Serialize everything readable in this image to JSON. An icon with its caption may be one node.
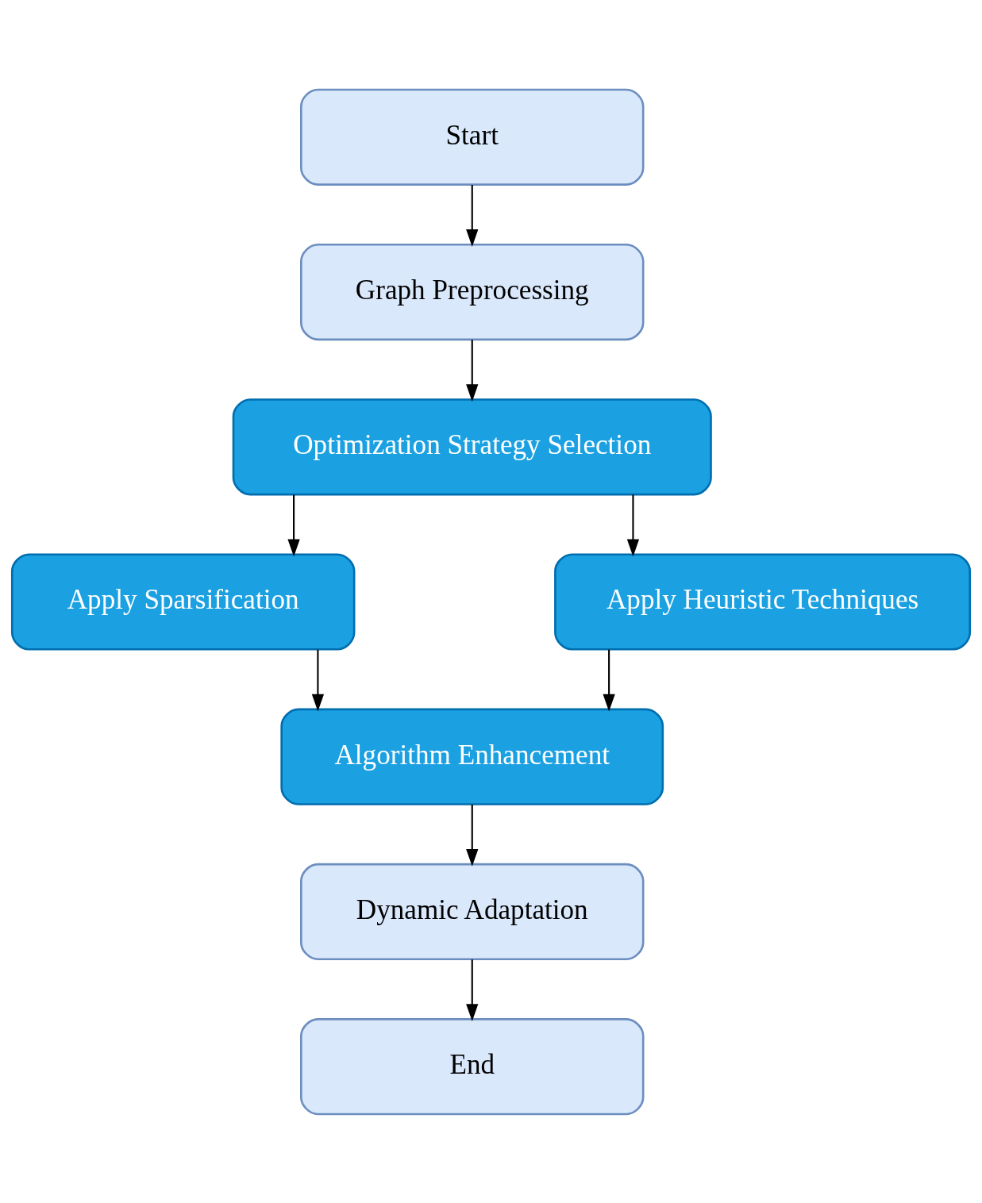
{
  "diagram": {
    "nodes": [
      {
        "text": [
          "Start"
        ]
      },
      {
        "text": [
          "Graph Preprocessing"
        ]
      },
      {
        "text": [
          "Optimization Strategy Selection"
        ]
      },
      {
        "text": [
          "Apply Sparsification"
        ]
      },
      {
        "text": [
          "Apply Heuristic Techniques"
        ]
      },
      {
        "text": [
          "Algorithm Enhancement"
        ]
      },
      {
        "text": [
          "Dynamic Adaptation"
        ]
      },
      {
        "text": [
          "End"
        ]
      }
    ],
    "edges": [
      {
        "from": 0,
        "to": 1,
        "arrow": "to"
      },
      {
        "from": 1,
        "to": 2,
        "arrow": "to"
      },
      {
        "from": 2,
        "to": 3,
        "arrow": "to"
      },
      {
        "from": 2,
        "to": 4,
        "arrow": "to"
      },
      {
        "from": 3,
        "to": 5,
        "arrow": "to"
      },
      {
        "from": 4,
        "to": 5,
        "arrow": "to"
      },
      {
        "from": 5,
        "to": 6,
        "arrow": "to"
      },
      {
        "from": 6,
        "to": 7,
        "arrow": "to"
      }
    ]
  }
}
